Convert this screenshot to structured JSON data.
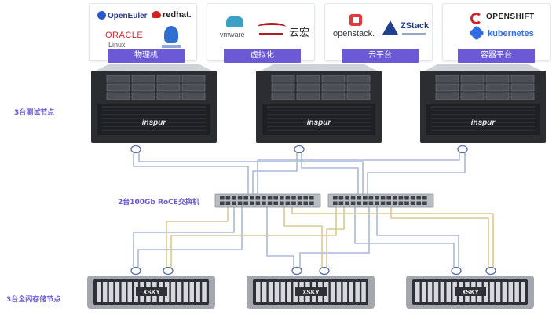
{
  "colors": {
    "tag": "#6b59d6",
    "label": "#6b59d6",
    "cable_blue": "#a9b9da",
    "cable_gold": "#dcc98f",
    "server_dark": "#2b2d31",
    "server_frame": "#a4a7ad",
    "switch_body": "#b8bcc3"
  },
  "platforms": [
    {
      "tag": "物理机",
      "logos": [
        "OpenEuler",
        "redhat.",
        "ORACLE",
        "Linux"
      ]
    },
    {
      "tag": "虚拟化",
      "logos": [
        "vmware",
        "云宏"
      ]
    },
    {
      "tag": "云平台",
      "logos": [
        "openstack.",
        "ZStack"
      ]
    },
    {
      "tag": "容器平台",
      "logos": [
        "OPENSHIFT",
        "kubernetes"
      ]
    }
  ],
  "server_brand": "inspur",
  "storage_brand": "XSKY",
  "labels": {
    "test_nodes": "3台测试节点",
    "switches": "2台100Gb RoCE交换机",
    "storage_nodes": "3台全闪存储节点"
  }
}
